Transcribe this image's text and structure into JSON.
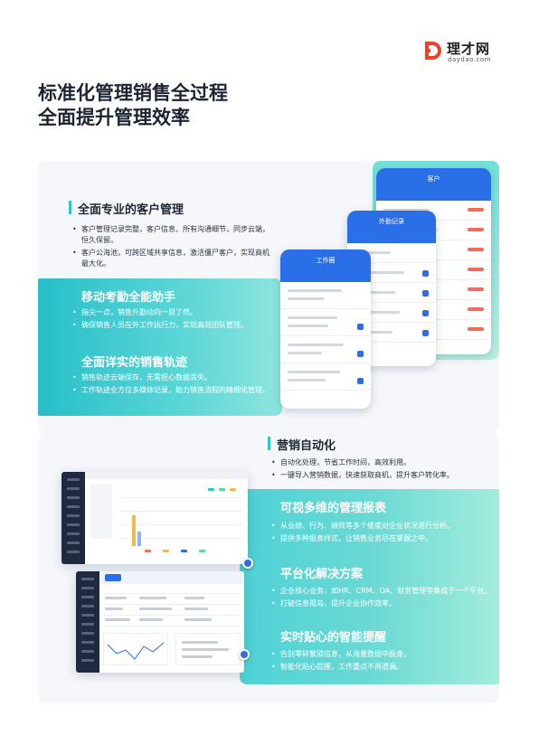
{
  "brand": {
    "name": "理才网",
    "url": "daydao.com",
    "color": "#e8412c"
  },
  "headline": {
    "line1": "标准化管理销售全过程",
    "line2": "全面提升管理效率"
  },
  "sections": {
    "customer": {
      "title": "全面专业的客户管理",
      "bullets": [
        "客户管理记录完整，客户信息、所有沟通细节，同步云端，恒久保留。",
        "客户公海池，可跨区域共享信息，激活僵尸客户，实现商机最大化。"
      ]
    },
    "attendance": {
      "title": "移动考勤全能助手",
      "bullets": [
        "指尖一点，销售外勤动向一目了然。",
        "确保销售人员在外工作执行力，实现高效团队管理。"
      ]
    },
    "track": {
      "title": "全面详实的销售轨迹",
      "bullets": [
        "销售轨迹云端保存，无需担心数据丢失。",
        "工作轨迹全方位多媒体记录，助力销售流程的精细化管理。"
      ]
    },
    "automation": {
      "title": "营销自动化",
      "bullets": [
        "自动化处理，节省工作时间，高效利用。",
        "一键导入营销数据，快速获取商机，提升客户转化率。"
      ]
    },
    "reports": {
      "title": "可视多维的管理报表",
      "bullets": [
        "从业绩、行为、绩效等多个维度对企业状况进行分析。",
        "提供多种报表样式，让销售业务尽在掌握之中。"
      ]
    },
    "platform": {
      "title": "平台化解决方案",
      "bullets": [
        "企业核心业务，如HR、CRM、OA、财务管理等集成于一个平台。",
        "打破信息孤岛，提升企业协作效率。"
      ]
    },
    "reminder": {
      "title": "实时贴心的智能提醒",
      "bullets": [
        "告别零碎繁琐信息，从海量数据中脱身。",
        "智能化贴心提醒，工作重点不再遗漏。"
      ]
    }
  },
  "mockups": {
    "phone_back_title": "客户",
    "phone_mid_title": "外勤记录",
    "phone_front_title": "工作圈"
  },
  "colors": {
    "accent_teal": "#2ec5cf",
    "app_blue": "#2a6ee8"
  }
}
